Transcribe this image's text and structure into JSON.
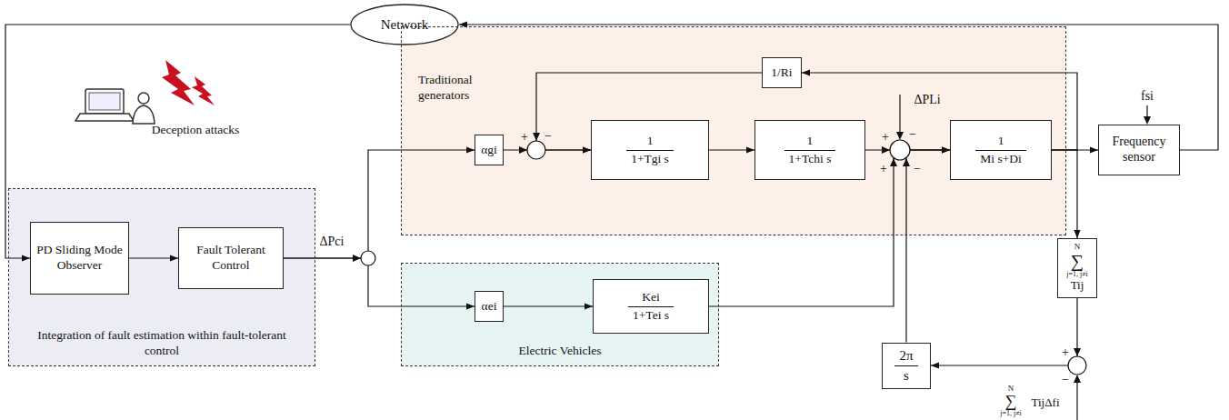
{
  "diagram": {
    "nodes": [
      {
        "text": [
          "Network"
        ]
      },
      {
        "text": [
          "Traditional generators"
        ]
      },
      {
        "text": [
          "αgi"
        ],
        "in": 1
      },
      {
        "text": [
          "1/Ri"
        ],
        "in": 1
      },
      {
        "text": [
          "1",
          "1+Tgi s"
        ],
        "in": 1
      },
      {
        "text": [
          "1",
          "1+Tchi s"
        ],
        "in": 1
      },
      {
        "text": [
          "1",
          "Mi s+Di"
        ],
        "in": 1
      },
      {
        "text": [
          "Frequency sensor"
        ]
      },
      {
        "text": [
          "Integration of fault estimation within fault-tolerant control"
        ]
      },
      {
        "text": [
          "PD Sliding Mode Observer"
        ],
        "in": 8
      },
      {
        "text": [
          "Fault Tolerant Control"
        ],
        "in": 8
      },
      {
        "text": [
          "Electric Vehicles"
        ]
      },
      {
        "text": [
          "αei"
        ],
        "in": 11
      },
      {
        "text": [
          "Kei",
          "1+Tei s"
        ],
        "in": 11
      },
      {
        "text": [
          "N",
          "∑",
          "j=1, j≠i",
          "Tij"
        ]
      },
      {
        "text": [
          "2π",
          "s"
        ]
      }
    ],
    "edges": [
      {
        "from": 7,
        "to": 0,
        "arrow": "to"
      },
      {
        "from": 0,
        "to": 9,
        "arrow": "to"
      },
      {
        "from": 9,
        "to": 10,
        "arrow": "to"
      },
      {
        "from": 10,
        "to": 2,
        "arrow": "to"
      },
      {
        "from": 10,
        "to": 12,
        "arrow": "to"
      },
      {
        "from": 2,
        "to": 4,
        "arrow": "to"
      },
      {
        "from": 4,
        "to": 5,
        "arrow": "to"
      },
      {
        "from": 5,
        "to": 6,
        "arrow": "to"
      },
      {
        "from": 6,
        "to": 7,
        "arrow": "to"
      },
      {
        "from": 6,
        "to": 3,
        "arrow": "to"
      },
      {
        "from": 3,
        "to": 4,
        "arrow": "to"
      },
      {
        "from": 6,
        "to": 14,
        "arrow": "to"
      },
      {
        "from": 14,
        "to": 15,
        "arrow": "to"
      },
      {
        "from": 12,
        "to": 13,
        "arrow": "to"
      },
      {
        "from": 13,
        "to": 6,
        "arrow": "to"
      },
      {
        "from": 15,
        "to": 6,
        "arrow": "to"
      }
    ],
    "labels": [
      "Deception attacks",
      "ΔPci",
      "ΔPLi",
      "fsi",
      "+",
      "−",
      "+",
      "−",
      "+",
      "−",
      "+",
      "−",
      "N",
      "∑",
      "j=1, j≠i",
      "TijΔfi"
    ]
  }
}
